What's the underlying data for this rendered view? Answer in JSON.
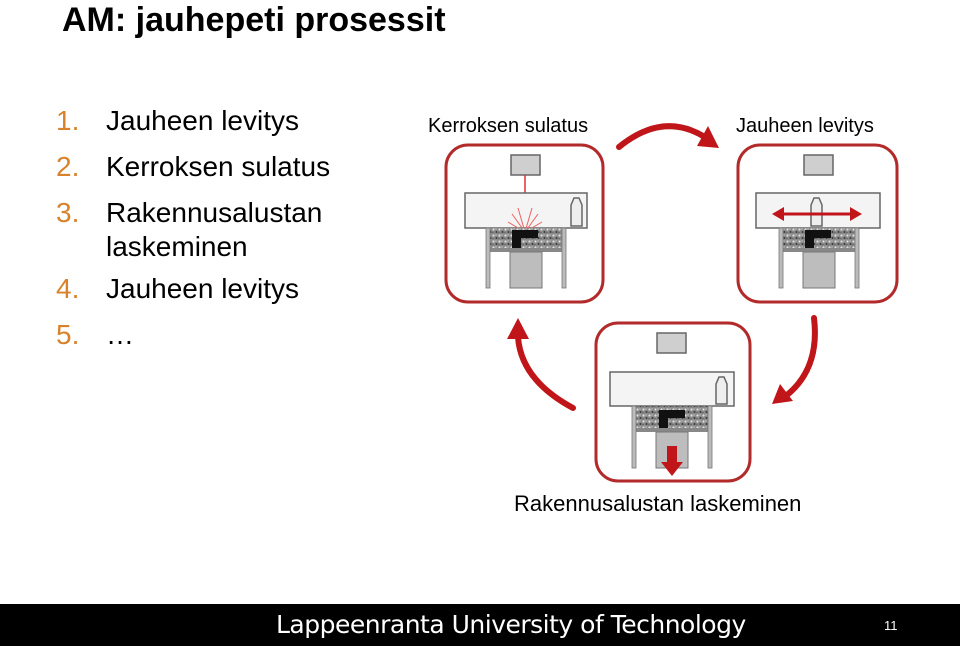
{
  "slide": {
    "title": "AM: jauhepeti prosessit",
    "steps": [
      {
        "num": "1.",
        "text": "Jauheen levitys"
      },
      {
        "num": "2.",
        "text": "Kerroksen sulatus"
      },
      {
        "num": "3.",
        "text": "Rakennusalustan laskeminen"
      },
      {
        "num": "4.",
        "text": "Jauheen levitys"
      },
      {
        "num": "5.",
        "text": "…"
      }
    ]
  },
  "diagram": {
    "caption_melt": "Kerroksen sulatus",
    "caption_spread": "Jauheen levitys",
    "caption_lower": "Rakennusalustan laskeminen",
    "colors": {
      "accent": "#c0161a",
      "frame": "#b22a2a",
      "list_numbers": "#d9822b"
    }
  },
  "footer": {
    "university": "Lappeenranta University of Technology",
    "page_number": "11"
  }
}
